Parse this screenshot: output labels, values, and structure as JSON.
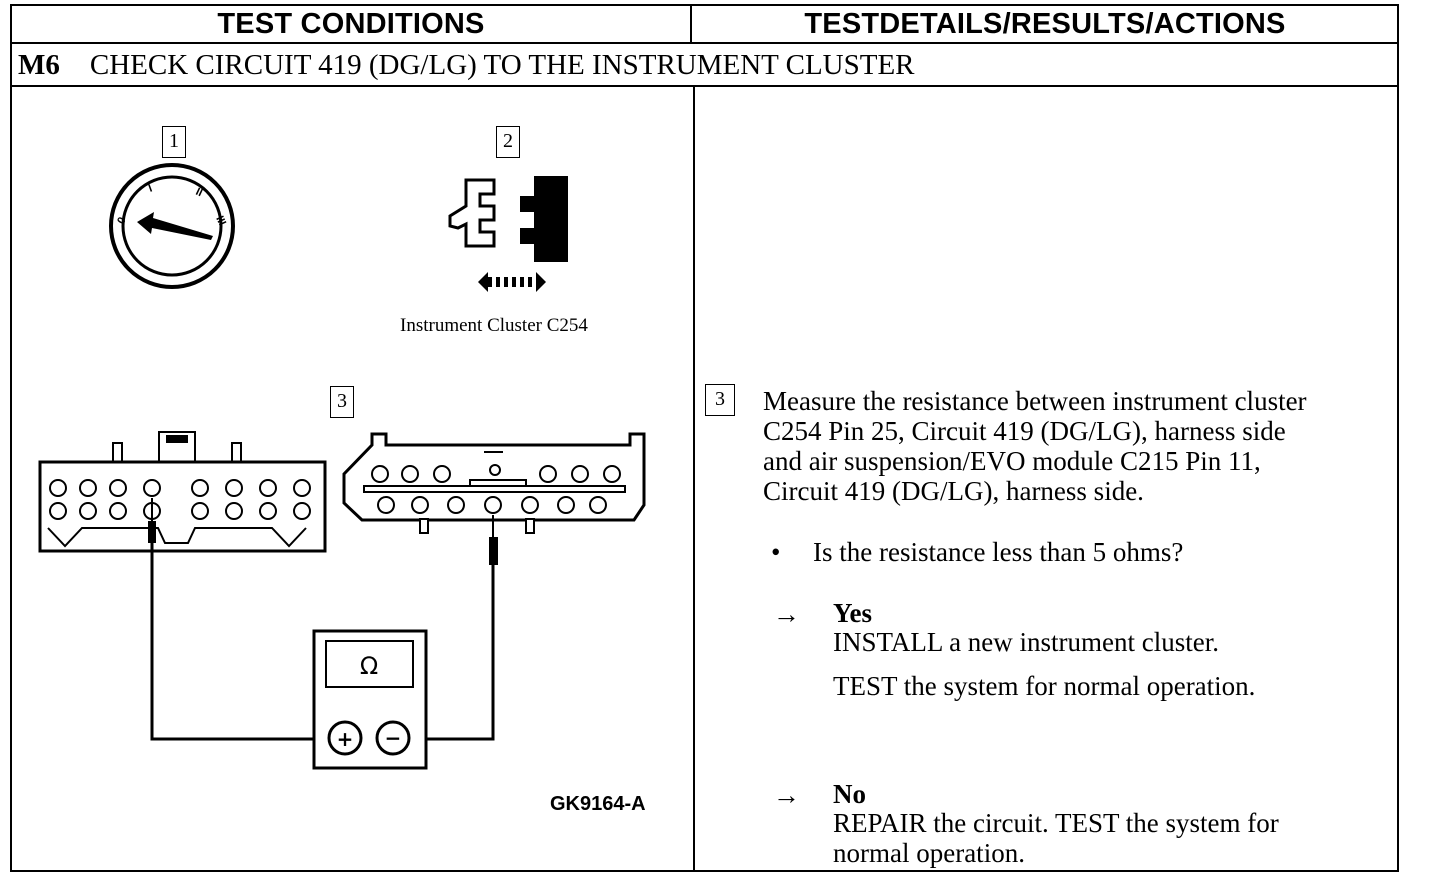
{
  "headers": {
    "left": "TEST CONDITIONS",
    "right": "TESTDETAILS/RESULTS/ACTIONS"
  },
  "step": {
    "id": "M6",
    "title": "CHECK CIRCUIT 419 (DG/LG) TO THE INSTRUMENT CLUSTER"
  },
  "figure": {
    "callouts": [
      "1",
      "2",
      "3"
    ],
    "connector_label": "Instrument Cluster C254",
    "ignition_marks": [
      "0",
      "I",
      "II",
      "III"
    ],
    "meter_symbol": "Ω",
    "meter_plus": "+",
    "meter_minus": "−",
    "figure_id": "GK9164-A"
  },
  "details": {
    "callout": "3",
    "instruction_lines": [
      "Measure the resistance between instrument cluster",
      "C254 Pin 25, Circuit 419 (DG/LG), harness side",
      "and air suspension/EVO module C215 Pin 11,",
      "Circuit 419 (DG/LG), harness side."
    ],
    "bullet": "•",
    "question": "Is the resistance less than 5 ohms?",
    "arrow": "→",
    "yes": {
      "label": "Yes",
      "line1": "INSTALL a new instrument cluster.",
      "line2": "TEST the system for normal operation."
    },
    "no": {
      "label": "No",
      "line1": "REPAIR the circuit. TEST the system for",
      "line2": "normal operation."
    }
  }
}
